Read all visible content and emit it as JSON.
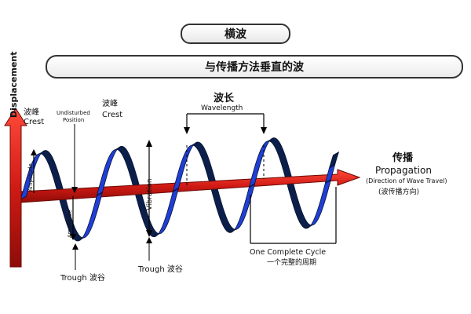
{
  "header": {
    "title": "横波",
    "subtitle": "与传播方法垂直的波"
  },
  "axis": {
    "y_label": "Displacement"
  },
  "labels": {
    "crest_cn_1": "波峰",
    "crest_en_1": "Crest",
    "undisturbed_1": "Undisturbed",
    "undisturbed_2": "Position",
    "crest_cn_2": "波峰",
    "crest_en_2": "Crest",
    "wavelength_cn": "波长",
    "wavelength_en": "Wavelength",
    "amplitude_1": "Amplitude",
    "amplitude_2": "Amplitude",
    "vibration": "Vibration",
    "propagation_cn": "传播",
    "propagation_en": "Propagation",
    "propagation_desc": "(Direction of Wave Travel)",
    "propagation_desc_cn": "(波传播方向)",
    "trough_1": "Trough  波谷",
    "trough_2": "Trough  波谷",
    "cycle_en": "One Complete Cycle",
    "cycle_cn": "一个完整的周期"
  },
  "colors": {
    "axis_red": "#e0201b",
    "wave_blue": "#1f3fd6",
    "wave_dark": "#0b1f4a"
  }
}
